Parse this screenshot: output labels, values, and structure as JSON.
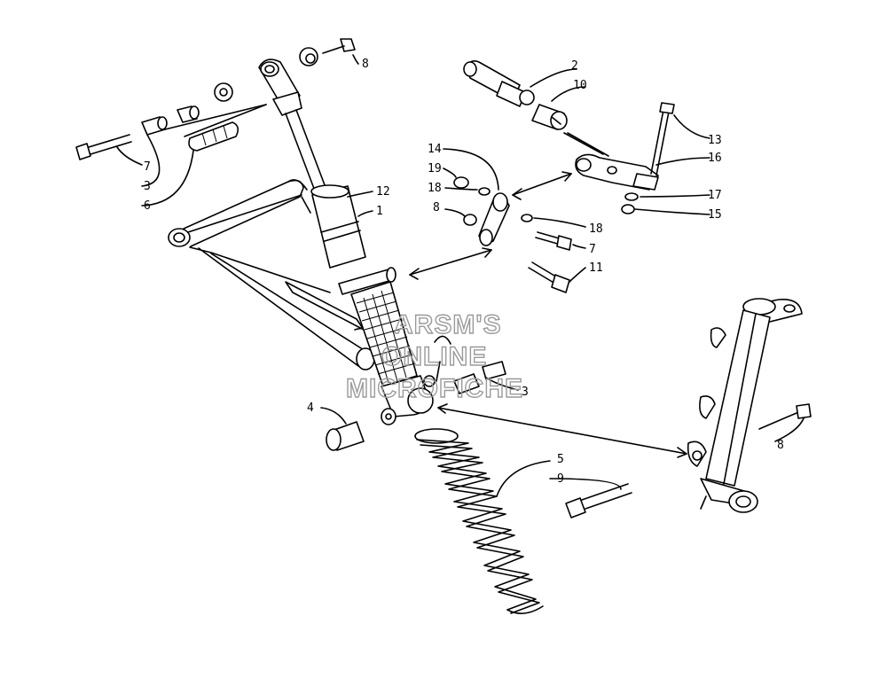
{
  "watermark": {
    "line1": "ARSM'S",
    "line2": "ONLINE",
    "line3": "MICROFICHE"
  },
  "callouts": [
    {
      "id": "c-8-top",
      "text": "8"
    },
    {
      "id": "c-2",
      "text": "2"
    },
    {
      "id": "c-10",
      "text": "10"
    },
    {
      "id": "c-13",
      "text": "13"
    },
    {
      "id": "c-16",
      "text": "16"
    },
    {
      "id": "c-17",
      "text": "17"
    },
    {
      "id": "c-15",
      "text": "15"
    },
    {
      "id": "c-14",
      "text": "14"
    },
    {
      "id": "c-19",
      "text": "19"
    },
    {
      "id": "c-18-a",
      "text": "18"
    },
    {
      "id": "c-8-mid",
      "text": "8"
    },
    {
      "id": "c-18-b",
      "text": "18"
    },
    {
      "id": "c-7-right",
      "text": "7"
    },
    {
      "id": "c-11",
      "text": "11"
    },
    {
      "id": "c-12",
      "text": "12"
    },
    {
      "id": "c-1",
      "text": "1"
    },
    {
      "id": "c-7-left",
      "text": "7"
    },
    {
      "id": "c-3-left",
      "text": "3"
    },
    {
      "id": "c-6",
      "text": "6"
    },
    {
      "id": "c-3-right",
      "text": "3"
    },
    {
      "id": "c-4",
      "text": "4"
    },
    {
      "id": "c-5",
      "text": "5"
    },
    {
      "id": "c-9",
      "text": "9"
    },
    {
      "id": "c-8-right",
      "text": "8"
    }
  ]
}
